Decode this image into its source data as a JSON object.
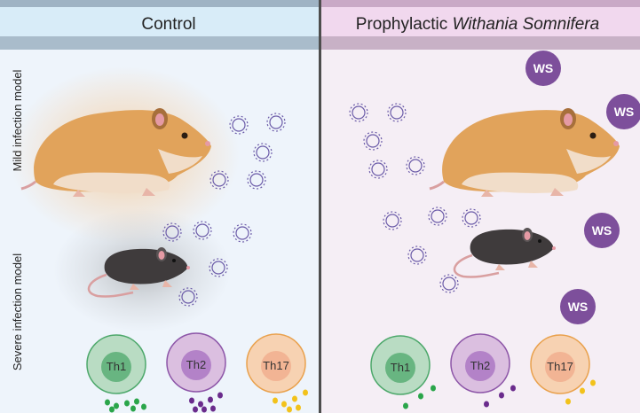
{
  "header": {
    "left_title": "Control",
    "right_title_plain": "Prophylactic ",
    "right_title_italic": "Withania Somnifera"
  },
  "side_labels": {
    "mild": "Mild infection model",
    "severe": "Severe infection model"
  },
  "cells": [
    {
      "label": "Th1"
    },
    {
      "label": "Th2"
    },
    {
      "label": "Th17"
    }
  ],
  "ws_badge": "WS",
  "colors": {
    "left_bg": "#eef4fb",
    "right_bg": "#f5eef5",
    "left_header": "#d8ecf8",
    "right_header": "#f1d8ee",
    "divider": "#4d4d4d",
    "hamster": "#e1a35b",
    "mouse": "#3f3b3c",
    "virus": "#6b5ba8",
    "ws": "#7d4f9b",
    "th1": "#4da86b",
    "th2": "#8d56a8",
    "th17": "#e9a14d",
    "dot_green": "#2aa54a",
    "dot_purple": "#6a2b8c",
    "dot_yellow": "#f2c21b"
  }
}
